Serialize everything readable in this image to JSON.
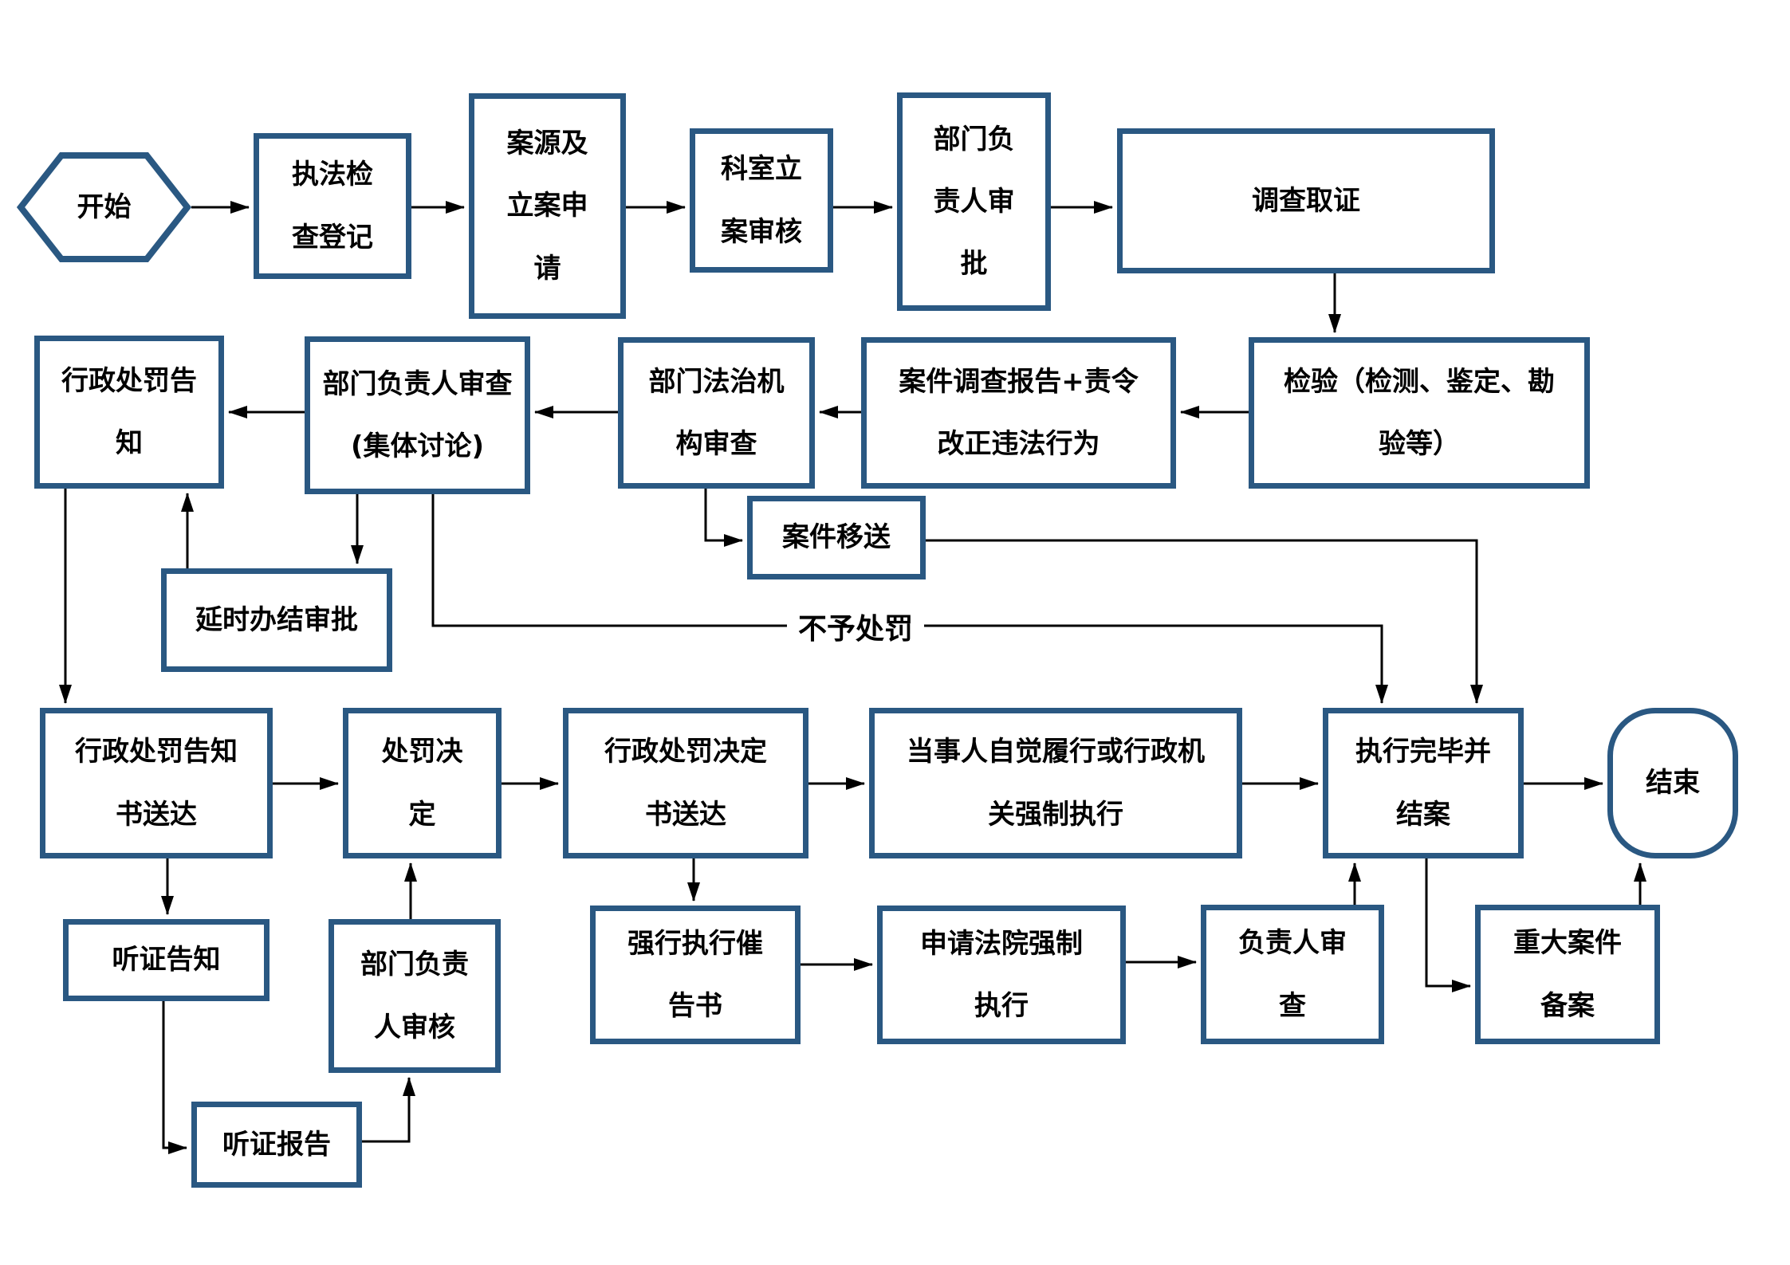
{
  "diagram": {
    "type": "flowchart",
    "language": "zh-CN",
    "colors": {
      "node_border": "#2A5882",
      "connector": "#000000",
      "text": "#000000",
      "background": "#FFFFFF"
    },
    "nodes": {
      "start": "开始",
      "law_check": "执法检\n查登记",
      "case_source": "案源及\n立案申\n请",
      "office_review": "科室立\n案审核",
      "dept_approve": "部门负\n责人审\n批",
      "investigate": "调查取证",
      "inspection": "检验（检测、鉴定、勘\n验等）",
      "report_order": "案件调查报告+责令\n改正违法行为",
      "legal_review": "部门法治机\n构审查",
      "dept_review": "部门负责人审查\n(集体讨论)",
      "penalty_notice": "行政处罚告\n知",
      "case_transfer": "案件移送",
      "delay_approval": "延时办结审批",
      "notice_delivery": "行政处罚告知\n书送达",
      "penalty_decision": "处罚决\n定",
      "decision_delivery": "行政处罚决定\n书送达",
      "voluntary_enforce": "当事人自觉履行或行政机\n关强制执行",
      "complete_close": "执行完毕并\n结案",
      "end": "结束",
      "hearing_notice": "听证告知",
      "dept_check": "部门负责\n人审核",
      "enforce_reminder": "强行执行催\n告书",
      "court_enforce": "申请法院强制\n执行",
      "head_review": "负责人审\n查",
      "major_filing": "重大案件\n备案",
      "hearing_report": "听证报告"
    },
    "edge_labels": {
      "no_penalty": "不予处罚"
    }
  }
}
